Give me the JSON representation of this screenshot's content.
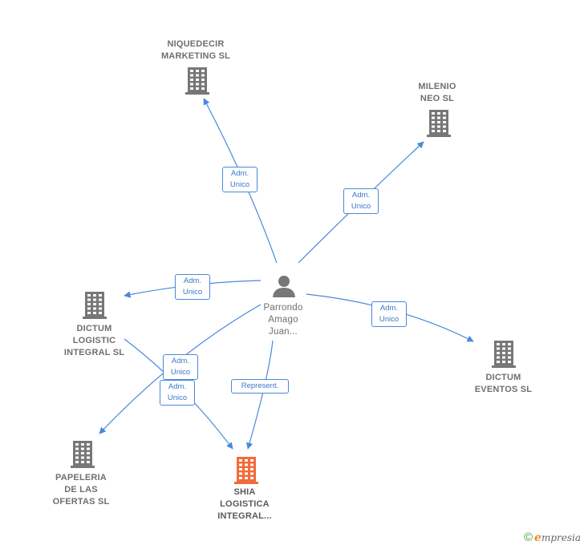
{
  "colors": {
    "edge": "#4a89dc",
    "building": "#777777",
    "focus_building": "#f26b3a",
    "person": "#777777"
  },
  "person": {
    "label": "Parrondo\nAmago\nJuan...",
    "icon": "person-icon"
  },
  "companies": [
    {
      "key": "niquedecir",
      "label": "NIQUEDECIR\nMARKETING SL",
      "icon": "building-icon"
    },
    {
      "key": "milenio",
      "label": "MILENIO\nNEO  SL",
      "icon": "building-icon"
    },
    {
      "key": "dictum-logistic",
      "label": "DICTUM\nLOGISTIC\nINTEGRAL SL",
      "icon": "building-icon"
    },
    {
      "key": "dictum-eventos",
      "label": "DICTUM\nEVENTOS SL",
      "icon": "building-icon"
    },
    {
      "key": "papeleria",
      "label": "PAPELERIA\nDE LAS\nOFERTAS SL",
      "icon": "building-icon"
    },
    {
      "key": "shia",
      "label": "SHIA\nLOGISTICA\nINTEGRAL...",
      "icon": "building-icon",
      "focus": true
    }
  ],
  "edges": [
    {
      "key": "e-niquedecir",
      "label": "Adm.\nUnico"
    },
    {
      "key": "e-milenio",
      "label": "Adm.\nUnico"
    },
    {
      "key": "e-dictum-logistic",
      "label": "Adm.\nUnico"
    },
    {
      "key": "e-dictum-eventos",
      "label": "Adm.\nUnico"
    },
    {
      "key": "e-papeleria",
      "label": "Adm.\nUnico"
    },
    {
      "key": "e-shia-adm",
      "label": "Adm.\nUnico"
    },
    {
      "key": "e-shia-rep",
      "label": "Represent."
    }
  ],
  "brand": {
    "copyright": "©",
    "e": "e",
    "rest": "mpresia"
  }
}
